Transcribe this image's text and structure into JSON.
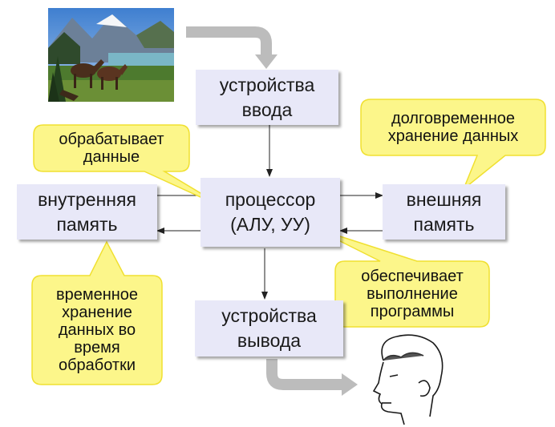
{
  "diagram": {
    "boxes": {
      "input": "устройства\nввода",
      "cpu": "процессор\n(АЛУ, УУ)",
      "internal_memory": "внутренняя\nпамять",
      "external_memory": "внешняя\nпамять",
      "output": "устройства\nвывода"
    },
    "callouts": {
      "processes_data": "обрабатывает\nданные",
      "long_term_storage": "долговременное\nхранение данных",
      "temporary_storage": "временное\nхранение\nданных во\nвремя\nобработки",
      "executes_program": "обеспечивает\nвыполнение\nпрограммы"
    },
    "images": {
      "landscape": "mountain-landscape-with-horses",
      "person": "human-head-sketch"
    },
    "colors": {
      "box_fill": "#e8e8f8",
      "callout_fill": "#fcf68a",
      "callout_stroke": "#f0e030",
      "flow_arrow": "#bcbcbc"
    }
  }
}
